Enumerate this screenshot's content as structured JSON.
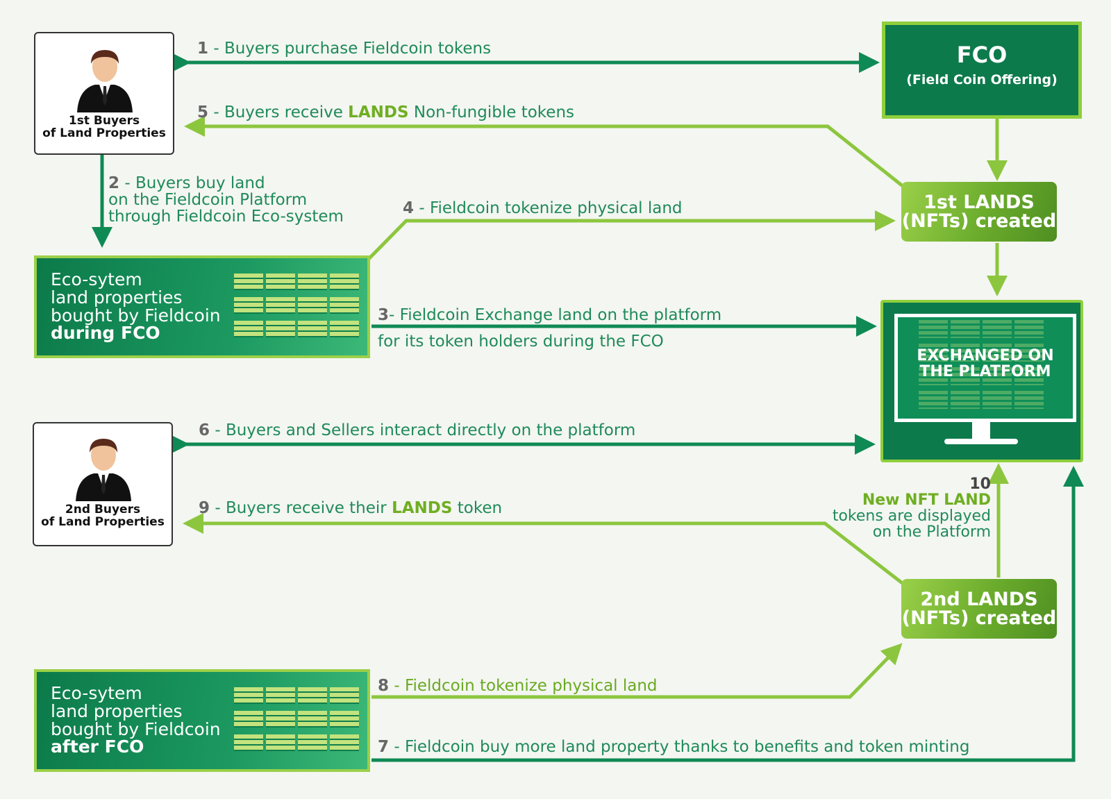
{
  "buyers1": {
    "line1": "1st Buyers",
    "line2": "of Land Properties"
  },
  "buyers2": {
    "line1": "2nd Buyers",
    "line2": "of Land Properties"
  },
  "fco": {
    "title": "FCO",
    "subtitle": "(Field Coin Offering)"
  },
  "lands1": {
    "line1": "1st LANDS",
    "line2": "(NFTs) created"
  },
  "lands2": {
    "line1": "2nd LANDS",
    "line2": "(NFTs) created"
  },
  "eco1": {
    "line1": "Eco-sytem",
    "line2": "land properties",
    "line3": "bought by Fieldcoin",
    "line4": "during FCO"
  },
  "eco2": {
    "line1": "Eco-sytem",
    "line2": "land properties",
    "line3": "bought by Fieldcoin",
    "line4": "after FCO"
  },
  "platform": {
    "line1": "EXCHANGED ON",
    "line2": "THE PLATFORM"
  },
  "steps": {
    "s1": {
      "num": "1",
      "sep": " - ",
      "text": "Buyers purchase Fieldcoin tokens"
    },
    "s2": {
      "num": "2",
      "sep": " - ",
      "line1": "Buyers buy land",
      "line2": "on the Fieldcoin Platform",
      "line3": "through Fieldcoin Eco-system"
    },
    "s3": {
      "num": "3",
      "sep": "- ",
      "line1": "Fieldcoin Exchange land on the platform",
      "line2": "for its token holders during the FCO"
    },
    "s4": {
      "num": "4",
      "sep": " - ",
      "text": "Fieldcoin tokenize physical land"
    },
    "s5": {
      "num": "5",
      "sep": " - ",
      "pre": "Buyers receive ",
      "kw": "LANDS",
      "post": " Non-fungible tokens"
    },
    "s6": {
      "num": "6",
      "sep": " - ",
      "text": "Buyers and Sellers interact directly on the platform"
    },
    "s7": {
      "num": "7",
      "sep": " - ",
      "text": "Fieldcoin buy more land property thanks to benefits and token minting"
    },
    "s8": {
      "num": "8",
      "sep": " - ",
      "text": "Fieldcoin tokenize physical land"
    },
    "s9": {
      "num": "9",
      "sep": " - ",
      "pre": "Buyers receive their ",
      "kw": "LANDS",
      "post": " token"
    },
    "s10": {
      "num": "10",
      "kw": "New NFT LAND",
      "line2": "tokens are displayed",
      "line3": "on the Platform"
    }
  },
  "colors": {
    "dark_green": "#0f8a55",
    "lime": "#8cc63f",
    "box_dark": "#0d7a4c"
  },
  "icons": [
    "businessman-icon",
    "land-grid-icon",
    "monitor-icon"
  ]
}
